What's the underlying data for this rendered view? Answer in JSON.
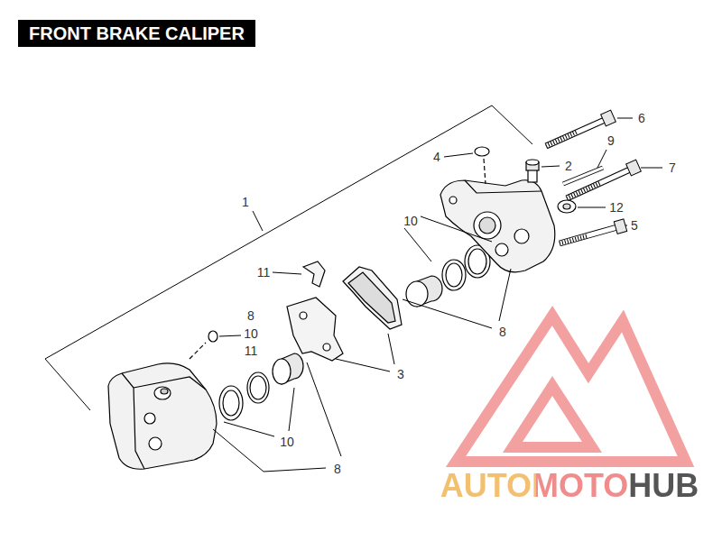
{
  "diagram": {
    "title": "FRONT BRAKE CALIPER",
    "labels": [
      "6",
      "9",
      "4",
      "2",
      "7",
      "1",
      "12",
      "5",
      "10",
      "11",
      "8",
      "8",
      "10",
      "11",
      "3",
      "10",
      "8",
      "AUTOMOTOHUB"
    ]
  }
}
